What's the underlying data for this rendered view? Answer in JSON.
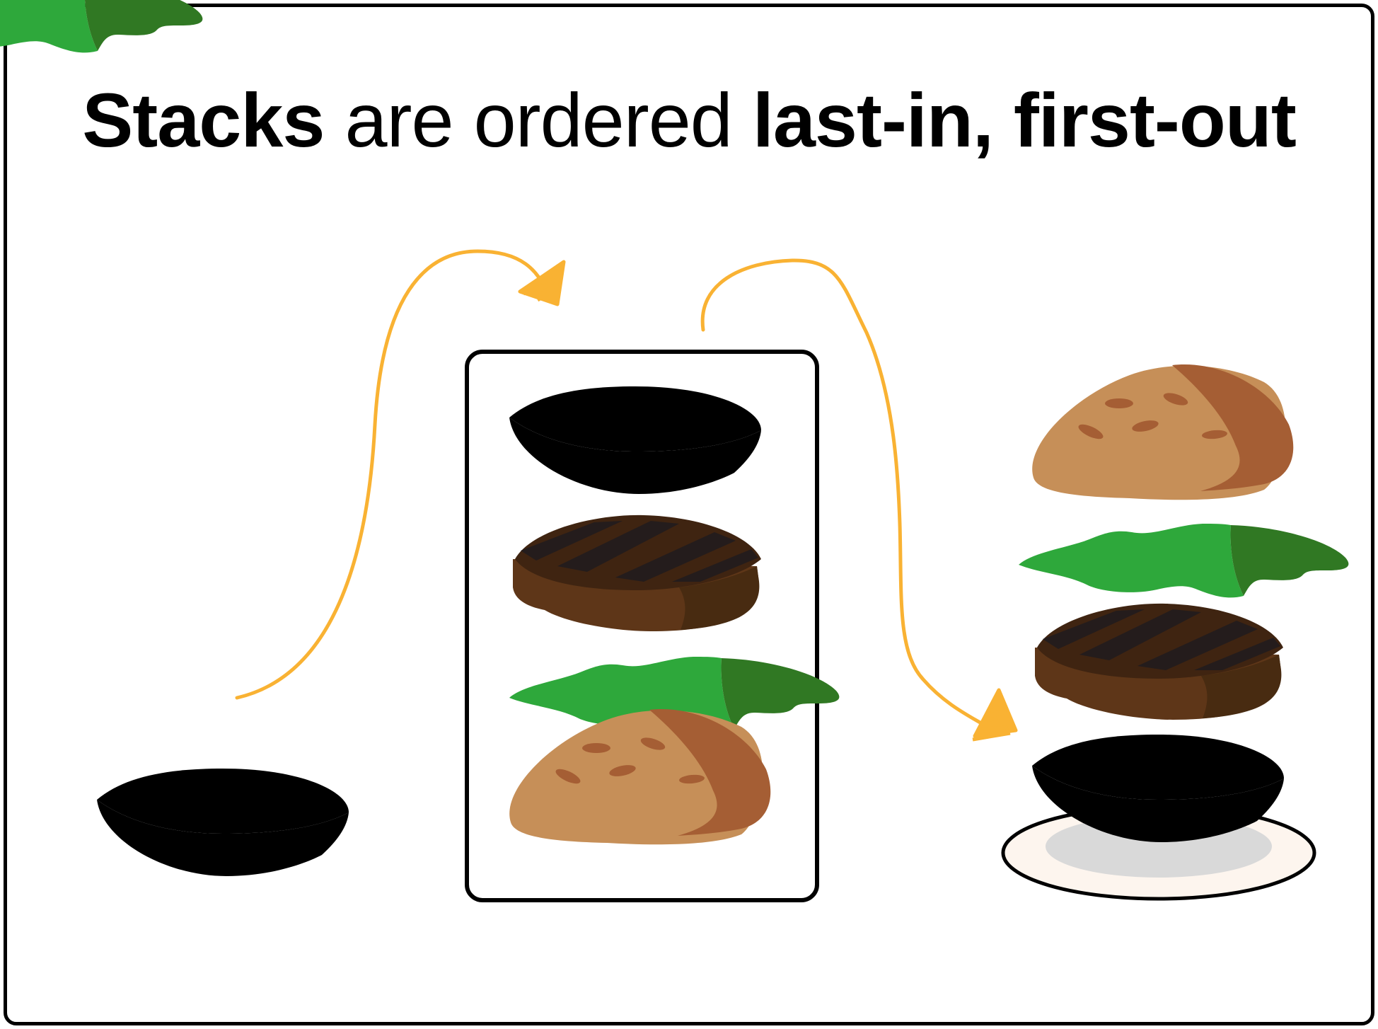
{
  "title": {
    "part1": "Stacks",
    "part2": " are ordered ",
    "part3": "last-in, first-out"
  },
  "colors": {
    "arrow": "#f9b233",
    "bun_top": "#c68f58",
    "bun_shadow": "#a55e34",
    "bun_bottom_top": "#a55e34",
    "bun_bottom_body": "#c68f58",
    "bun_ghost_top": "#d2ae97",
    "bun_ghost_body": "#e3c8ab",
    "patty_dark": "#3f2411",
    "patty_stripe": "#241c1c",
    "patty_side": "#5e3618",
    "patty_side_dark": "#482b11",
    "lettuce_light": "#2ea83b",
    "lettuce_dark": "#307823",
    "plate_rim": "#fdf5ee",
    "plate_center": "#d9d9d9"
  },
  "icons": {
    "bottom_bun": "bottom-bun-icon",
    "patty": "patty-icon",
    "lettuce": "lettuce-icon",
    "top_bun": "top-bun-icon",
    "plate": "plate-icon",
    "push_arrow": "push-arrow-icon",
    "pop_arrow": "pop-arrow-icon"
  }
}
